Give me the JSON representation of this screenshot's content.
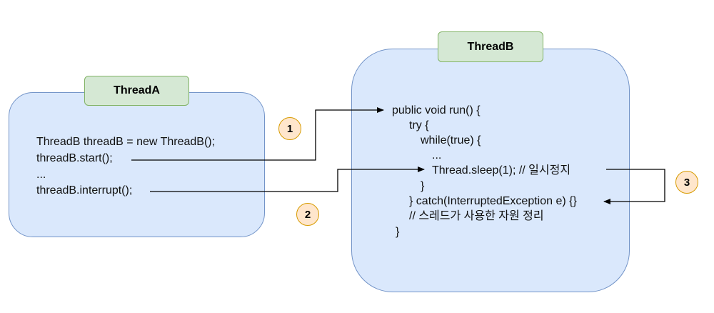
{
  "threadA": {
    "title": "ThreadA",
    "lines": [
      "ThreadB threadB = new ThreadB();",
      "threadB.start();",
      "...",
      "threadB.interrupt();"
    ]
  },
  "threadB": {
    "title": "ThreadB",
    "lines": [
      "public void run() {",
      "try {",
      "while(true) {",
      "...",
      "Thread.sleep(1); // 일시정지",
      "}",
      "} catch(InterruptedException e) {}",
      "// 스레드가 사용한 자원 정리",
      "}"
    ]
  },
  "badges": [
    "1",
    "2",
    "3"
  ],
  "colors": {
    "box_fill": "#dae8fc",
    "box_border": "#7394c8",
    "label_fill": "#d5e8d4",
    "label_border": "#82b366",
    "badge_fill": "#ffe6cc",
    "badge_border": "#d79b00"
  }
}
